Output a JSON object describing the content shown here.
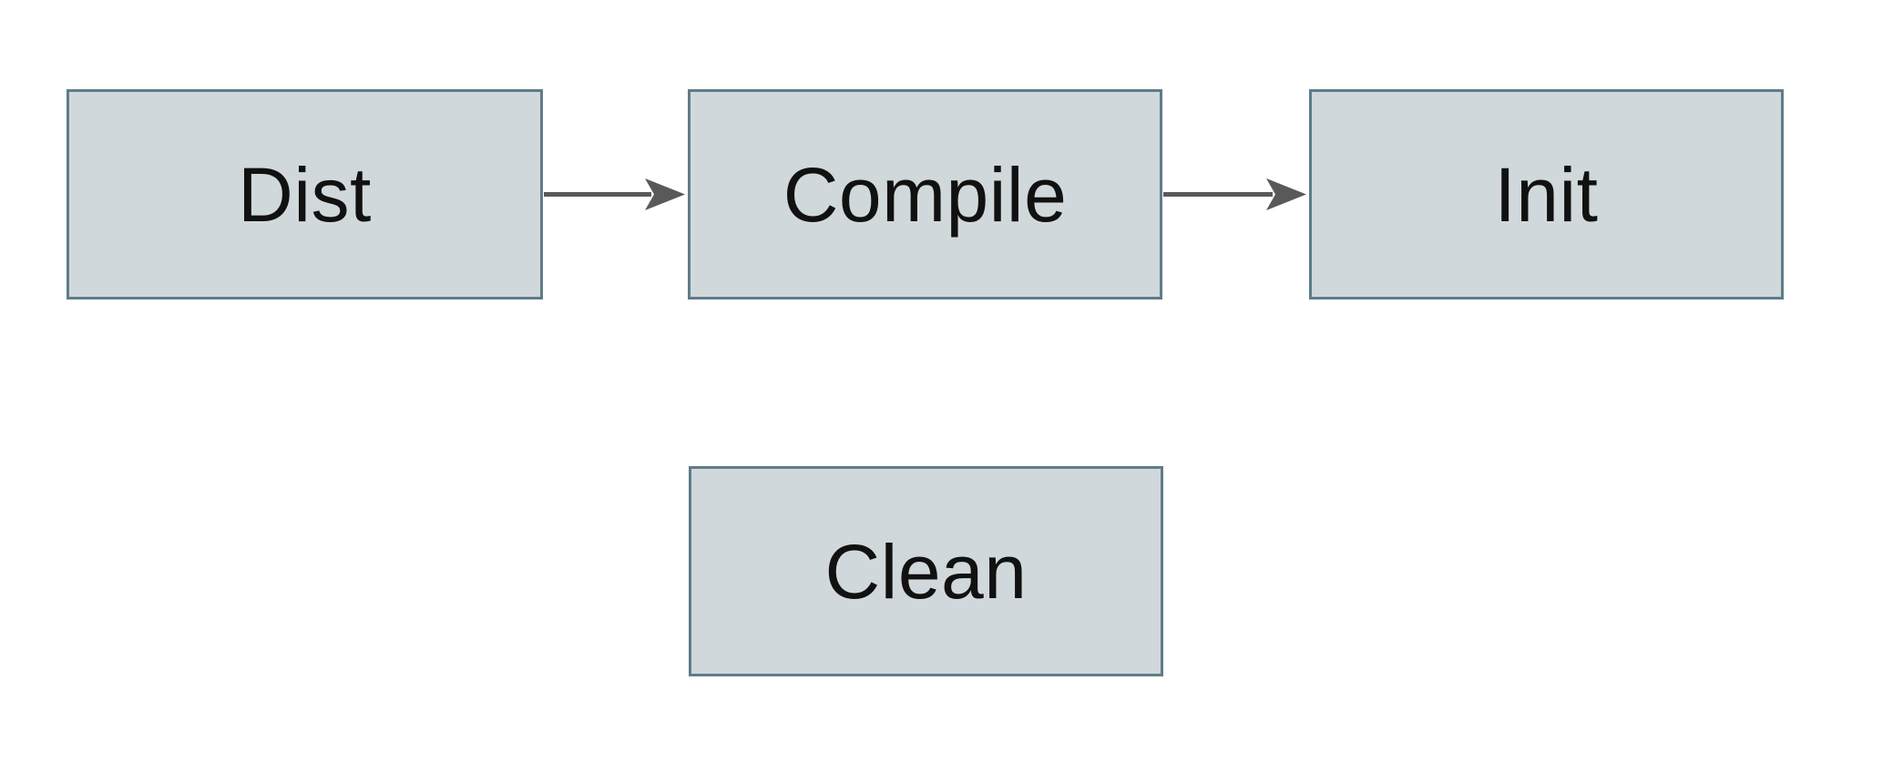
{
  "diagram": {
    "type": "flowchart",
    "background_color": "#ffffff",
    "node_fill_color": "#d1d8db",
    "node_border_color": "#5f7c8a",
    "node_text_color": "#111111",
    "arrow_color": "#595959",
    "nodes": [
      {
        "id": "dist",
        "label": "Dist"
      },
      {
        "id": "compile",
        "label": "Compile"
      },
      {
        "id": "init",
        "label": "Init"
      },
      {
        "id": "clean",
        "label": "Clean"
      }
    ],
    "edges": [
      {
        "from": "dist",
        "to": "compile",
        "direction": "right"
      },
      {
        "from": "compile",
        "to": "init",
        "direction": "right"
      }
    ]
  }
}
